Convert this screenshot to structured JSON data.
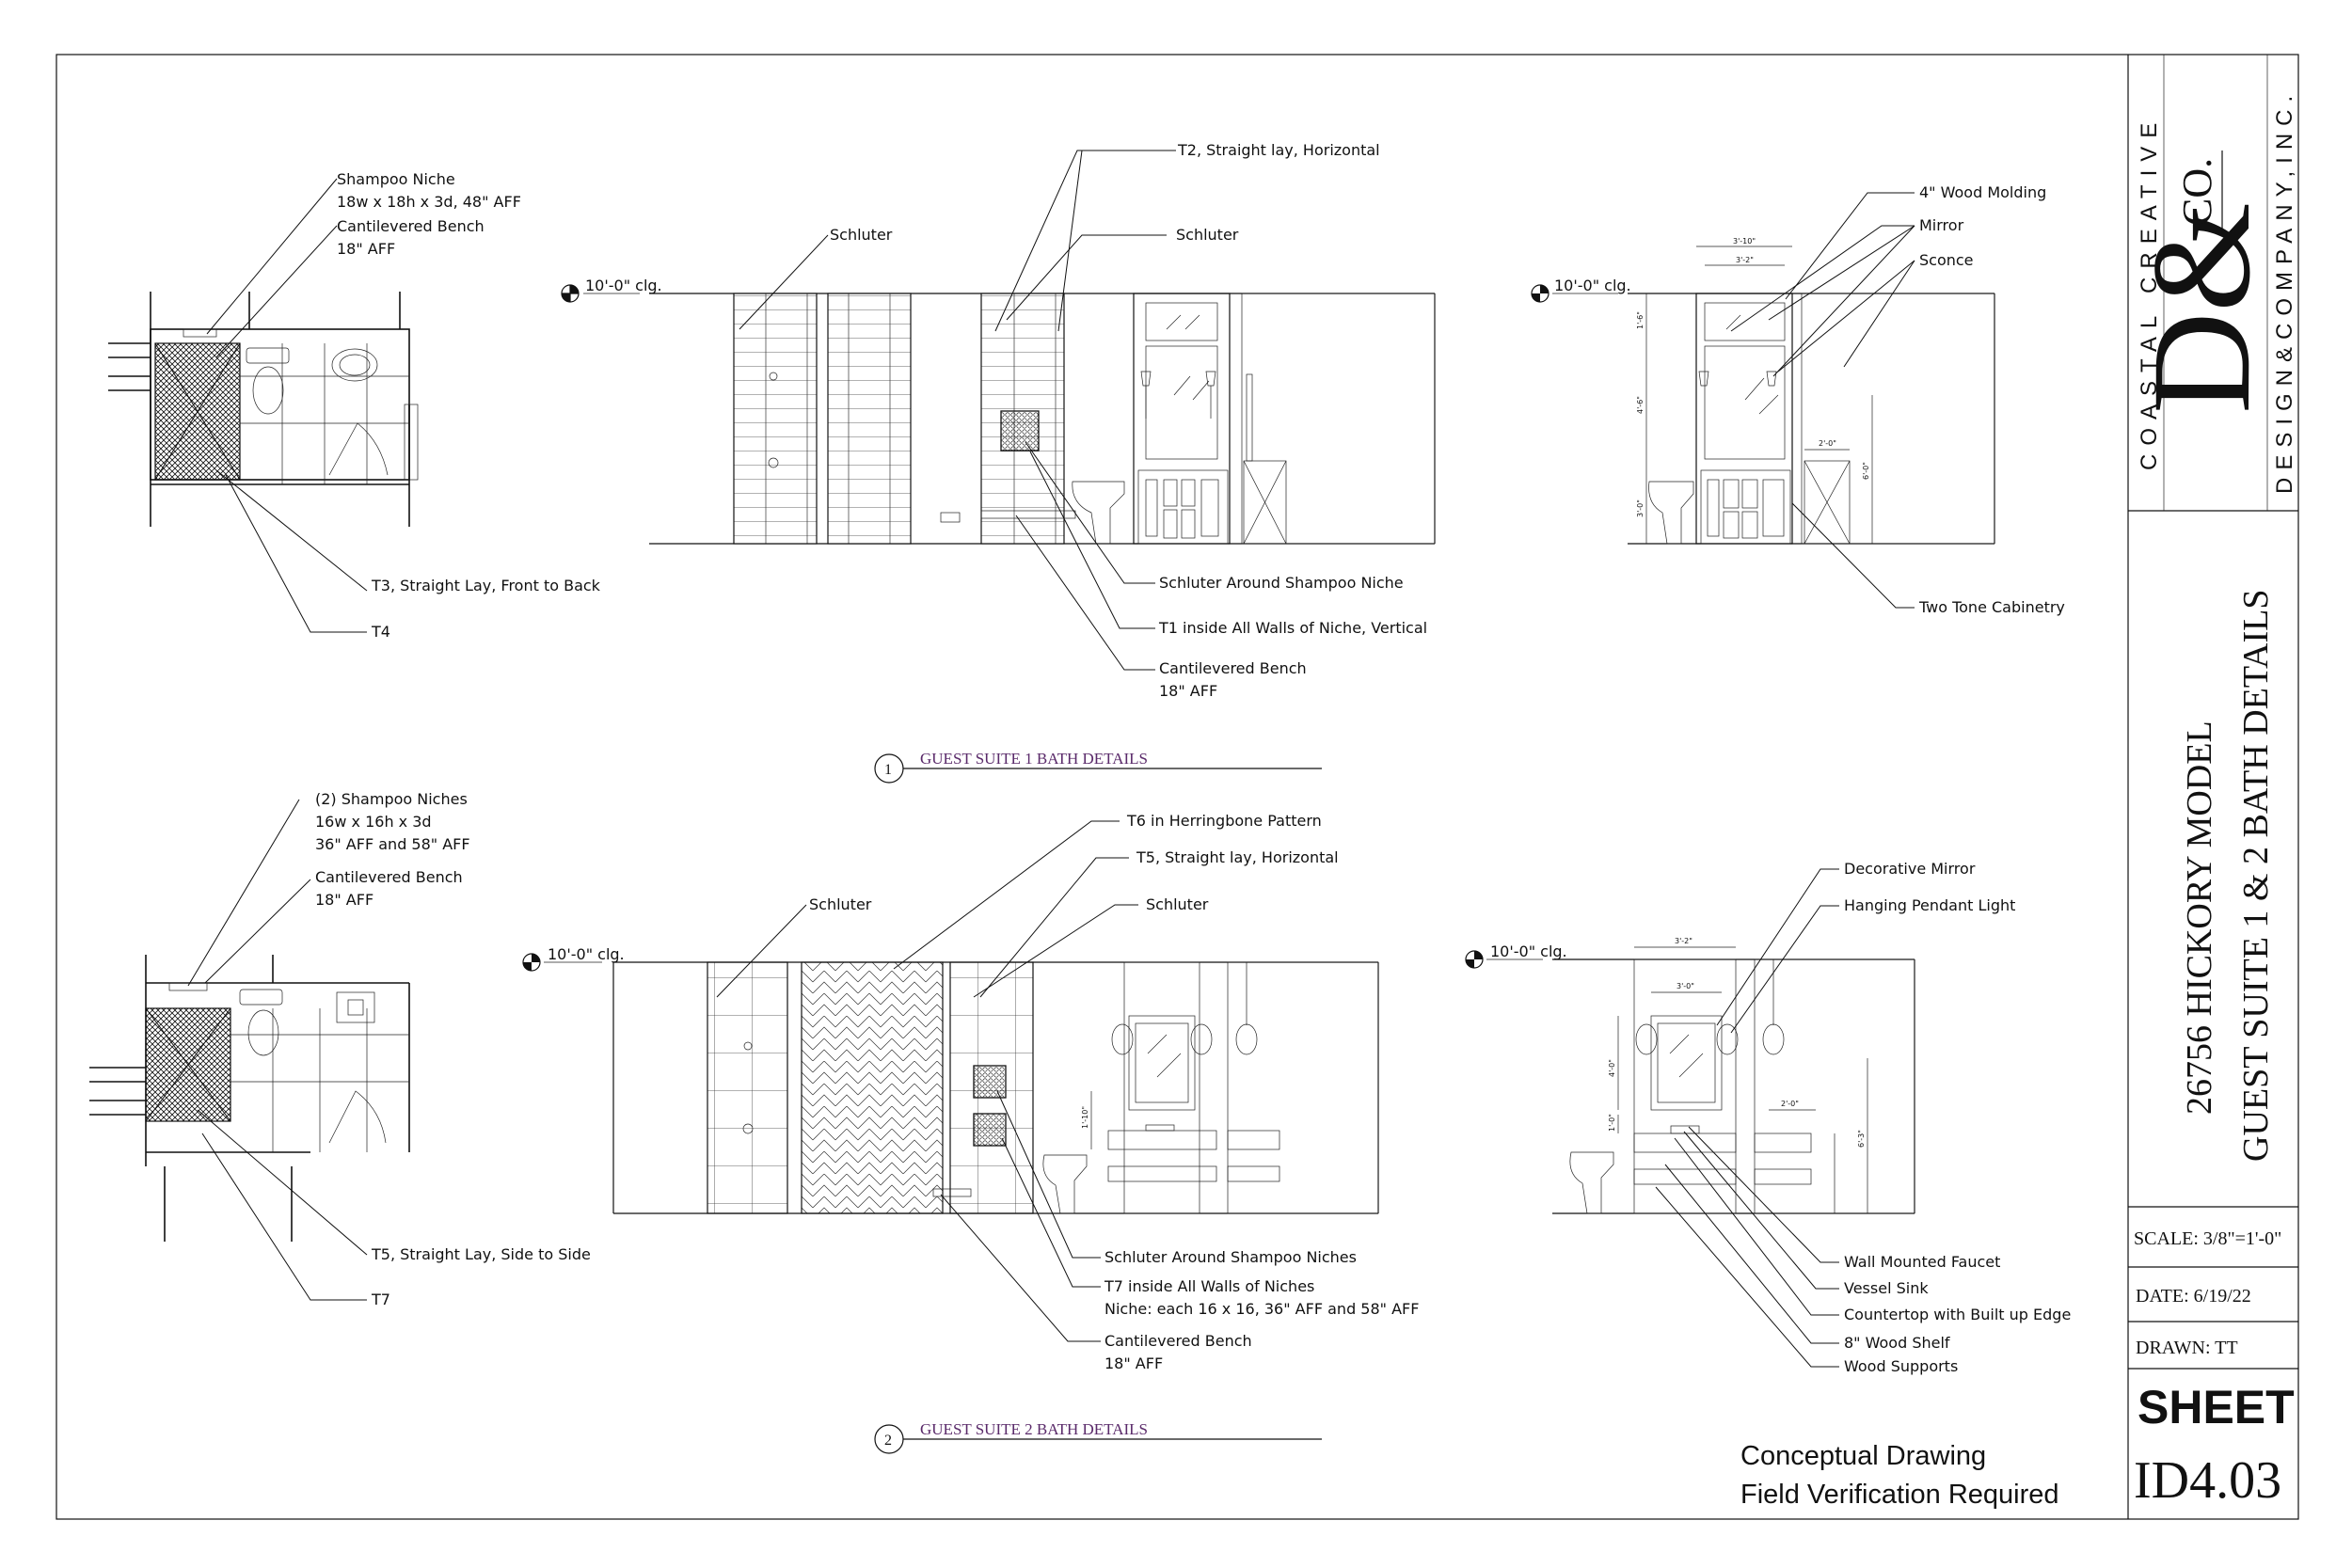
{
  "title_block": {
    "brand_tagline": "COASTAL CREATIVE",
    "brand_monogram": "D&",
    "brand_co": "CO.",
    "brand_company": "DESIGN&COMPANY,INC.",
    "project_line1": "26756 HICKORY MODEL",
    "project_line2": "GUEST SUITE 1 & 2 BATH DETAILS",
    "scale": "SCALE: 3/8\"=1'-0\"",
    "date": "DATE: 6/19/22",
    "drawn": "DRAWN: TT",
    "sheet_label": "SHEET",
    "sheet_number": "ID4.03"
  },
  "notes": {
    "line1": "Conceptual Drawing",
    "line2": "Field Verification Required"
  },
  "details": {
    "detail1": {
      "number": "1",
      "title": "GUEST SUITE 1 BATH DETAILS"
    },
    "detail2": {
      "number": "2",
      "title": "GUEST SUITE 2 BATH DETAILS"
    }
  },
  "ceiling_marker": "10'-0\" clg.",
  "suite1": {
    "plan": {
      "shampoo_niche": "Shampoo Niche",
      "shampoo_niche_dims": "18w x 18h x 3d, 48\" AFF",
      "bench": "Cantilevered Bench",
      "bench_height": "18\" AFF",
      "t3": "T3, Straight Lay, Front to Back",
      "t4": "T4"
    },
    "elev": {
      "t2": "T2, Straight lay, Horizontal",
      "schluter_left": "Schluter",
      "schluter_right": "Schluter",
      "schluter_niche": "Schluter Around Shampoo Niche",
      "t1": "T1 inside All Walls of Niche, Vertical",
      "bench": "Cantilevered Bench",
      "bench_height": "18\" AFF"
    },
    "vanity": {
      "molding": "4\" Wood Molding",
      "mirror": "Mirror",
      "sconce": "Sconce",
      "cabinetry": "Two Tone Cabinetry",
      "d1": "3'-10\"",
      "d2": "3'-2\"",
      "d3": "2'-0\"",
      "d4": "1'-6\"",
      "d5": "4'-6\"",
      "d6": "6'-0\"",
      "d7": "3'-0\""
    }
  },
  "suite2": {
    "plan": {
      "niches": "(2) Shampoo Niches",
      "niches_dims": "16w x 16h x 3d",
      "niches_aff": "36\" AFF and 58\" AFF",
      "bench": "Cantilevered Bench",
      "bench_height": "18\" AFF",
      "t5": "T5, Straight Lay, Side to Side",
      "t7": "T7"
    },
    "elev": {
      "t6": "T6 in Herringbone Pattern",
      "t5": "T5, Straight lay, Horizontal",
      "schluter_left": "Schluter",
      "schluter_right": "Schluter",
      "schluter_niches": "Schluter Around Shampoo Niches",
      "t7": "T7 inside All Walls of Niches",
      "t7_note": "Niche: each 16 x 16, 36\" AFF and 58\" AFF",
      "bench": "Cantilevered Bench",
      "bench_height": "18\" AFF",
      "d1": "1'-10\""
    },
    "vanity": {
      "mirror": "Decorative Mirror",
      "pendant": "Hanging Pendant Light",
      "faucet": "Wall Mounted Faucet",
      "sink": "Vessel Sink",
      "countertop": "Countertop with Built up Edge",
      "shelf": "8\" Wood Shelf",
      "supports": "Wood Supports",
      "d1": "3'-2\"",
      "d2": "3'-0\"",
      "d3": "2'-0\"",
      "d4": "4'-0\"",
      "d5": "1'-0\"",
      "d6": "6'-3\""
    }
  }
}
